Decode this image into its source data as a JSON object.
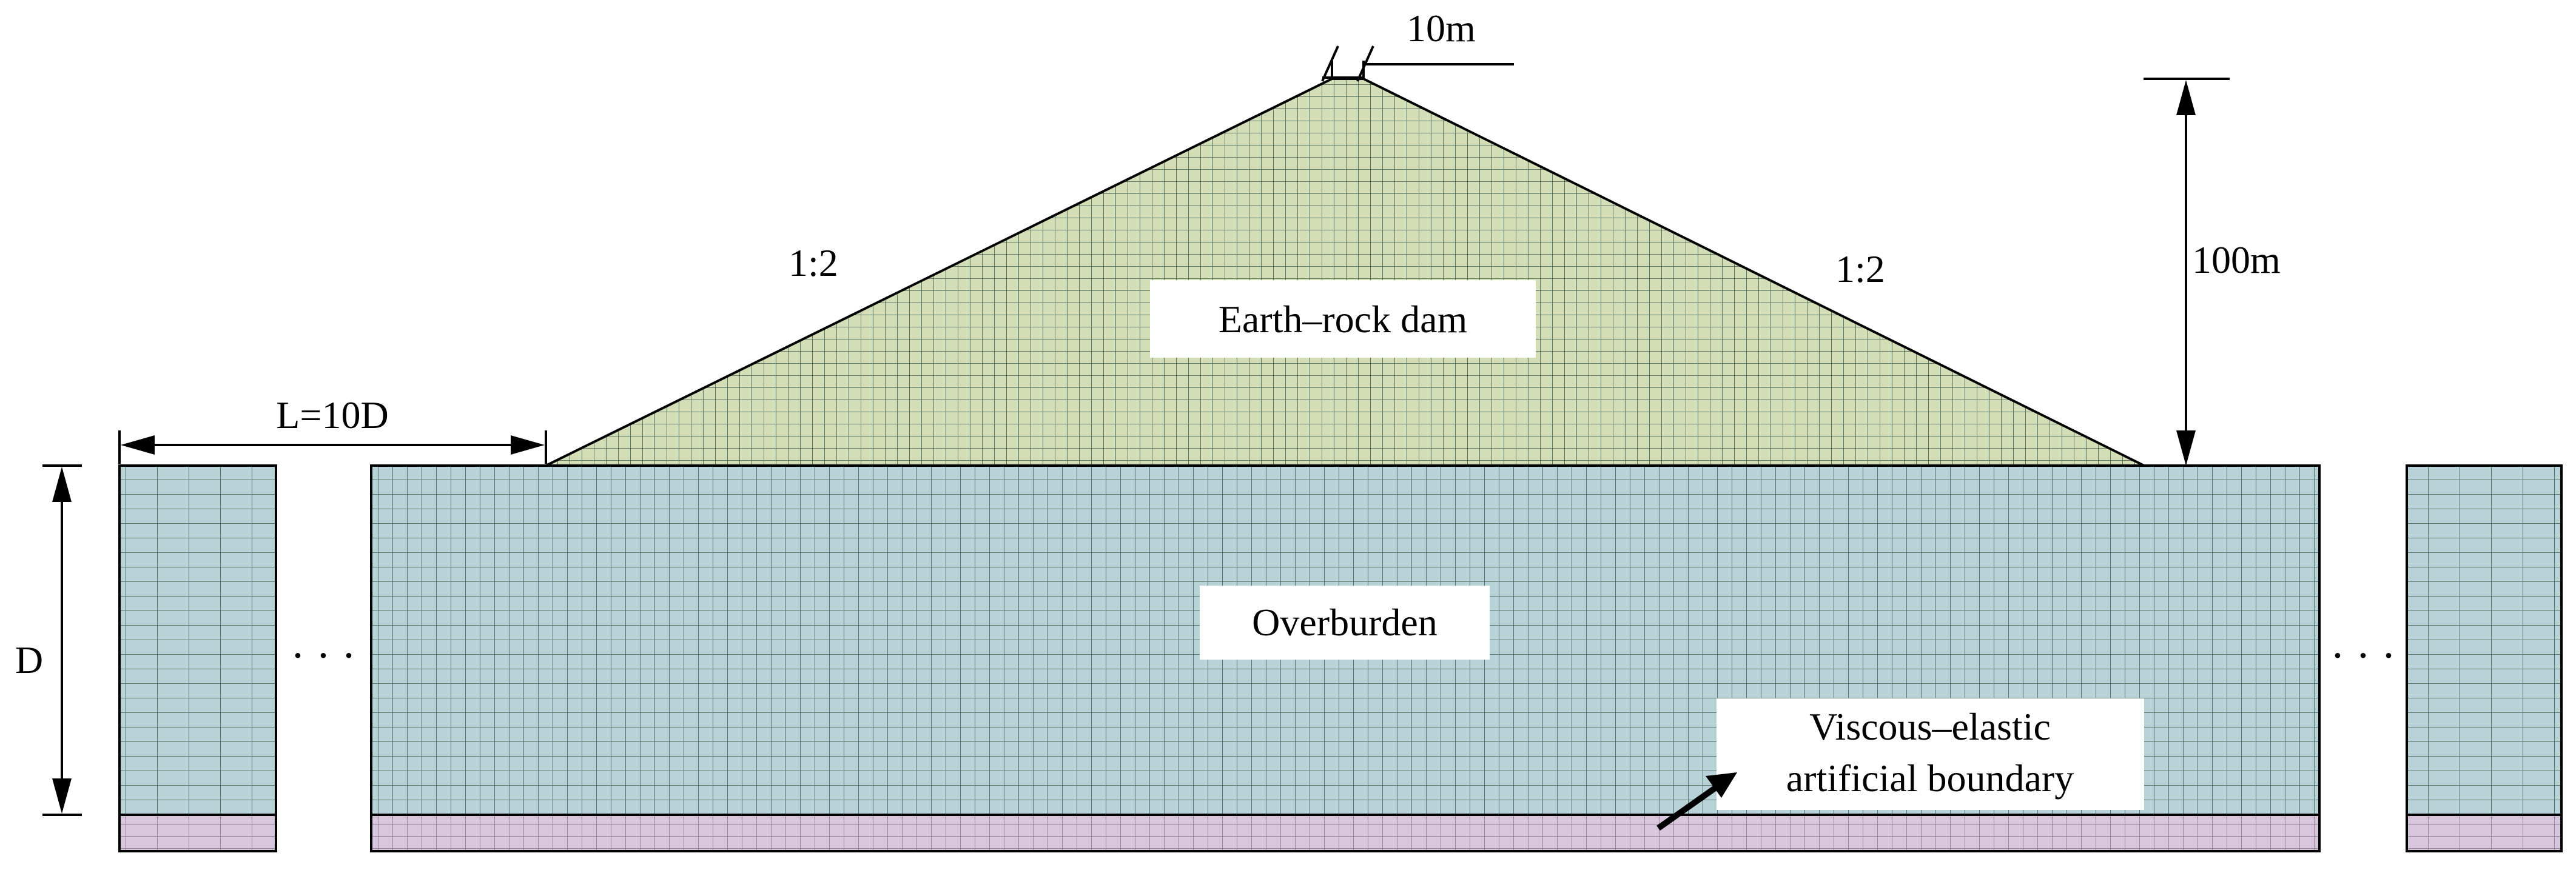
{
  "diagram": {
    "labels": {
      "crest_width": "10m",
      "dam_height": "100m",
      "upstream_slope": "1:2",
      "downstream_slope": "1:2",
      "dam": "Earth–rock dam",
      "overburden": "Overburden",
      "boundary_line1": "Viscous–elastic",
      "boundary_line2": "artificial boundary",
      "distance": "L=10D",
      "depth": "D",
      "ellipsis_left": "· · ·",
      "ellipsis_right": "· · ·"
    },
    "colors": {
      "dam_fill": "#d3ddb6",
      "overburden_fill": "#b8d3d8",
      "boundary_fill": "#d8c6dc",
      "mesh_line": "#3c5a4c",
      "outline": "#000000"
    }
  }
}
